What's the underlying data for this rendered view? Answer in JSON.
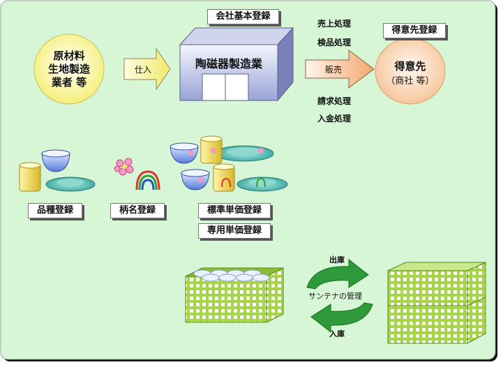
{
  "labels": {
    "company_register": "会社基本登録",
    "customer_register": "得意先登録",
    "product_type_register": "品種登録",
    "pattern_register": "柄名登録",
    "standard_price_register": "標準単価登録",
    "special_price_register": "専用単価登録"
  },
  "supplier": {
    "line1": "原材料",
    "line2": "生地製造",
    "line3": "業者 等"
  },
  "arrows": {
    "purchase": "仕入",
    "sales": "販売"
  },
  "factory": {
    "title": "陶磁器製造業"
  },
  "customer": {
    "line1": "得意先",
    "line2": "（商社 等）"
  },
  "processes": {
    "sales_processing": "売上処理",
    "inspection_processing": "検品処理",
    "billing_processing": "請求処理",
    "payment_processing": "入金処理"
  },
  "crate_cycle": {
    "out": "出庫",
    "in": "入庫",
    "management": "サンテナの管理"
  },
  "colors": {
    "background_fill": "#d6f6d6",
    "arrow_yellow": "#f8f290",
    "arrow_orange": "#f6b888",
    "crate_green": "#a6d44a",
    "cycle_green": "#2e9a3a"
  }
}
